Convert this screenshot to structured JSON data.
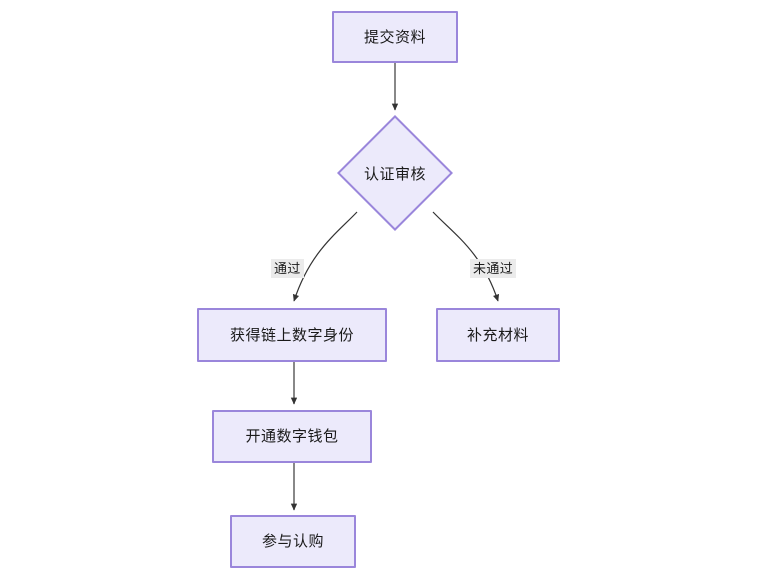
{
  "diagram": {
    "type": "flowchart",
    "title": "",
    "direction": "top-to-bottom",
    "background_color": "#ffffff",
    "node_fill_color": "#ECEAFB",
    "node_border_color": "#9A86DB",
    "edge_color": "#333333",
    "edge_label_background": "#EBEBEB",
    "text_color": "#1a1a1a",
    "nodes": [
      {
        "id": "submit",
        "label": "提交资料",
        "shape": "rectangle"
      },
      {
        "id": "review",
        "label": "认证审核",
        "shape": "diamond"
      },
      {
        "id": "identity",
        "label": "获得链上数字身份",
        "shape": "rectangle"
      },
      {
        "id": "supplement",
        "label": "补充材料",
        "shape": "rectangle"
      },
      {
        "id": "wallet",
        "label": "开通数字钱包",
        "shape": "rectangle"
      },
      {
        "id": "subscribe",
        "label": "参与认购",
        "shape": "rectangle"
      }
    ],
    "edges": [
      {
        "from": "submit",
        "to": "review",
        "label": ""
      },
      {
        "from": "review",
        "to": "identity",
        "label": "通过"
      },
      {
        "from": "review",
        "to": "supplement",
        "label": "未通过"
      },
      {
        "from": "identity",
        "to": "wallet",
        "label": ""
      },
      {
        "from": "wallet",
        "to": "subscribe",
        "label": ""
      }
    ]
  }
}
